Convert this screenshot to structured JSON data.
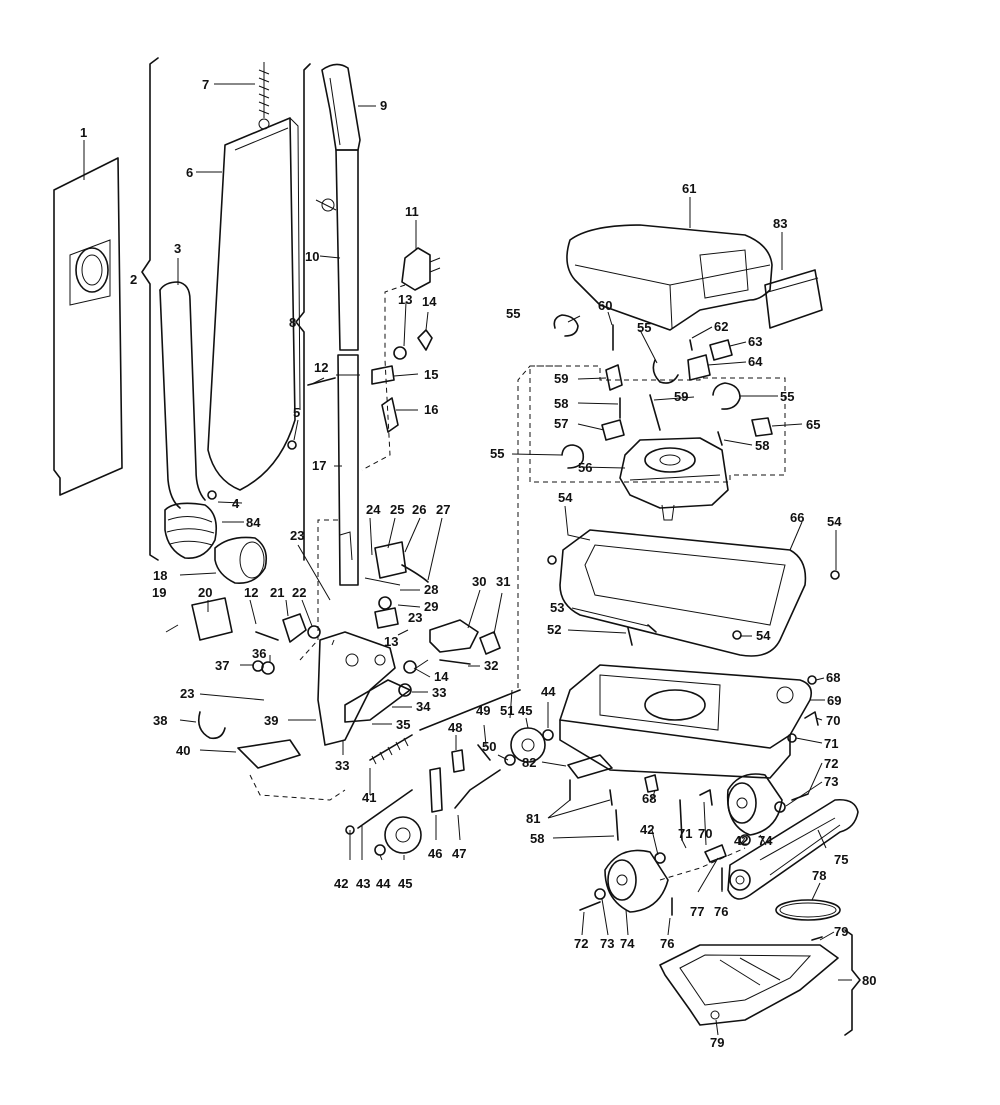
{
  "diagram": {
    "labels": {
      "p1": "1",
      "p2": "2",
      "p3": "3",
      "p4": "4",
      "p5": "5",
      "p6": "6",
      "p7": "7",
      "p8": "8",
      "p9": "9",
      "p10": "10",
      "p11": "11",
      "p12a": "12",
      "p12b": "12",
      "p13a": "13",
      "p13b": "13",
      "p14a": "14",
      "p14b": "14",
      "p15": "15",
      "p16": "16",
      "p17": "17",
      "p18": "18",
      "p19": "19",
      "p20": "20",
      "p21": "21",
      "p22": "22",
      "p23a": "23",
      "p23b": "23",
      "p23c": "23",
      "p24": "24",
      "p25": "25",
      "p26": "26",
      "p27": "27",
      "p28": "28",
      "p29": "29",
      "p30": "30",
      "p31": "31",
      "p32": "32",
      "p33a": "33",
      "p33b": "33",
      "p34": "34",
      "p35": "35",
      "p36": "36",
      "p37": "37",
      "p38": "38",
      "p39": "39",
      "p40": "40",
      "p41": "41",
      "p42a": "42",
      "p42b": "42",
      "p42c": "42",
      "p43": "43",
      "p44a": "44",
      "p44b": "44",
      "p45a": "45",
      "p45b": "45",
      "p46": "46",
      "p47": "47",
      "p48": "48",
      "p49": "49",
      "p50": "50",
      "p51": "51",
      "p52": "52",
      "p53": "53",
      "p54a": "54",
      "p54b": "54",
      "p54c": "54",
      "p55a": "55",
      "p55b": "55",
      "p55c": "55",
      "p55d": "55",
      "p56": "56",
      "p57": "57",
      "p58a": "58",
      "p58b": "58",
      "p58c": "58",
      "p59a": "59",
      "p59b": "59",
      "p60": "60",
      "p61": "61",
      "p62": "62",
      "p63": "63",
      "p64": "64",
      "p65": "65",
      "p66": "66",
      "p68a": "68",
      "p68b": "68",
      "p69": "69",
      "p70a": "70",
      "p70b": "70",
      "p71a": "71",
      "p71b": "71",
      "p72a": "72",
      "p72b": "72",
      "p73a": "73",
      "p73b": "73",
      "p74a": "74",
      "p74b": "74",
      "p75": "75",
      "p76a": "76",
      "p76b": "76",
      "p77": "77",
      "p78": "78",
      "p79a": "79",
      "p79b": "79",
      "p80": "80",
      "p81": "81",
      "p82": "82",
      "p83": "83",
      "p84": "84"
    }
  }
}
